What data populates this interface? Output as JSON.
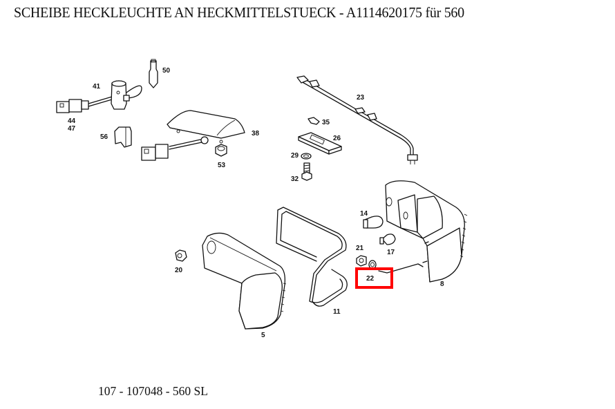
{
  "header": {
    "title": "SCHEIBE HECKLEUCHTE AN HECKMITTELSTUECK - A1114620175 für 560"
  },
  "footer": {
    "caption": "107 - 107048 - 560 SL"
  },
  "highlight": {
    "part": "22",
    "color": "#ff0000"
  },
  "parts": [
    {
      "id": "p41",
      "number": "41",
      "name": "bulb-socket"
    },
    {
      "id": "p50",
      "number": "50",
      "name": "bulb"
    },
    {
      "id": "p44",
      "number": "44",
      "name": "connector"
    },
    {
      "id": "p47",
      "number": "47",
      "name": "connector"
    },
    {
      "id": "p56",
      "number": "56",
      "name": "clip"
    },
    {
      "id": "p38",
      "number": "38",
      "name": "lamp-cover"
    },
    {
      "id": "p53",
      "number": "53",
      "name": "nut"
    },
    {
      "id": "p23",
      "number": "23",
      "name": "wiring-harness"
    },
    {
      "id": "p35",
      "number": "35",
      "name": "lamp-insert"
    },
    {
      "id": "p26",
      "number": "26",
      "name": "bracket-plate"
    },
    {
      "id": "p29",
      "number": "29",
      "name": "washer"
    },
    {
      "id": "p32",
      "number": "32",
      "name": "bolt"
    },
    {
      "id": "p14",
      "number": "14",
      "name": "bulb"
    },
    {
      "id": "p17",
      "number": "17",
      "name": "bulb"
    },
    {
      "id": "p21",
      "number": "21",
      "name": "nut"
    },
    {
      "id": "p22",
      "number": "22",
      "name": "washer"
    },
    {
      "id": "p8",
      "number": "8",
      "name": "tail-light-housing"
    },
    {
      "id": "p20",
      "number": "20",
      "name": "nut"
    },
    {
      "id": "p5",
      "number": "5",
      "name": "tail-light-lens"
    },
    {
      "id": "p11",
      "number": "11",
      "name": "gasket"
    }
  ]
}
